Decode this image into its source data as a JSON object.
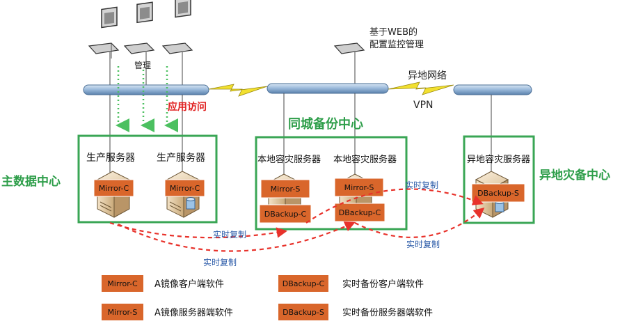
{
  "labels": {
    "manage": "管理",
    "web_config_line1": "基于WEB的",
    "web_config_line2": "配置监控管理",
    "app_access": "应用访问",
    "remote_network": "异地网络",
    "vpn": "VPN",
    "same_city_center": "同城备份中心",
    "main_dc": "主数据中心",
    "remote_center": "异地灾备中心",
    "prod_server_1": "生产服务器",
    "prod_server_2": "生产服务器",
    "local_dr_server_1": "本地容灾服务器",
    "local_dr_server_2": "本地容灾服务器",
    "remote_dr_server": "异地容灾服务器",
    "realtime_copy_1": "实时复制",
    "realtime_copy_2": "实时复制",
    "realtime_copy_3": "实时复制",
    "realtime_copy_4": "实时复制"
  },
  "tags": {
    "mirror_c": "Mirror-C",
    "mirror_s": "Mirror-S",
    "dbackup_c": "DBackup-C",
    "dbackup_s": "DBackup-S"
  },
  "legend": [
    {
      "tag": "Mirror-C",
      "desc": "A镜像客户端软件"
    },
    {
      "tag": "Mirror-S",
      "desc": "A镜像服务器端软件"
    },
    {
      "tag": "DBackup-C",
      "desc": "实时备份客户端软件"
    },
    {
      "tag": "DBackup-S",
      "desc": "实时备份服务器端软件"
    }
  ],
  "colors": {
    "center_border": "#3aa655",
    "center_text": "#2e9e4a",
    "tag_fill": "#d9662b",
    "copy_arrow": "#e8322b",
    "copy_text": "#2a5aa8",
    "access_arrow": "#4cc060",
    "access_text": "#e02020",
    "bus_fill": "#8fb3d6"
  }
}
